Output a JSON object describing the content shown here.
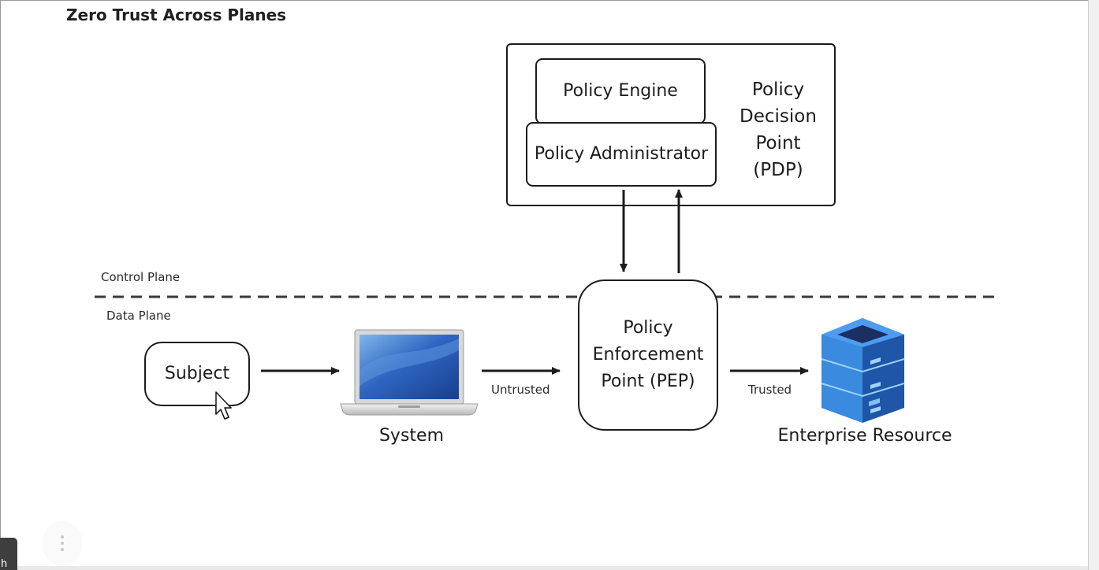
{
  "title": "Zero Trust Across Planes",
  "planes": {
    "control": "Control Plane",
    "data": "Data Plane"
  },
  "pdp": {
    "policy_engine": "Policy Engine",
    "policy_administrator": "Policy Administrator",
    "label_lines": [
      "Policy",
      "Decision",
      "Point",
      "(PDP)"
    ]
  },
  "pep": {
    "label_lines": [
      "Policy",
      "Enforcement",
      "Point (PEP)"
    ]
  },
  "subject": "Subject",
  "system": "System",
  "enterprise_resource": "Enterprise Resource",
  "edges": {
    "untrusted": "Untrusted",
    "trusted": "Trusted"
  },
  "dock_label": "h",
  "colors": {
    "line": "#1c1c1c",
    "server_dark": "#1f3a78",
    "server_mid": "#2c6fd0",
    "server_light": "#4ea2f0",
    "laptop_screen": "#2a5fb8"
  },
  "icons": {
    "system": "laptop-icon",
    "enterprise_resource": "server-stack-icon",
    "cursor": "mouse-cursor-icon"
  }
}
